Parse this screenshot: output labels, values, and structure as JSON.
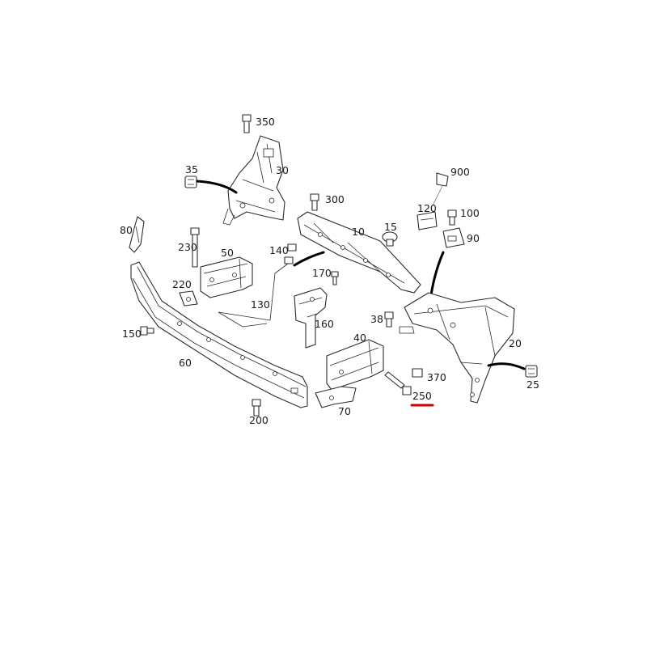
{
  "callouts": {
    "c350": "350",
    "c30": "30",
    "c35": "35",
    "c300": "300",
    "c900": "900",
    "c120": "120",
    "c100": "100",
    "c15": "15",
    "c10": "10",
    "c90": "90",
    "c80": "80",
    "c230": "230",
    "c50": "50",
    "c140": "140",
    "c170": "170",
    "c220": "220",
    "c130": "130",
    "c160": "160",
    "c38": "38",
    "c20": "20",
    "c150": "150",
    "c40": "40",
    "c60": "60",
    "c370": "370",
    "c25": "25",
    "c250": "250",
    "c200": "200",
    "c70": "70"
  },
  "highlight": {
    "target": "250",
    "color": "#cc0000"
  }
}
